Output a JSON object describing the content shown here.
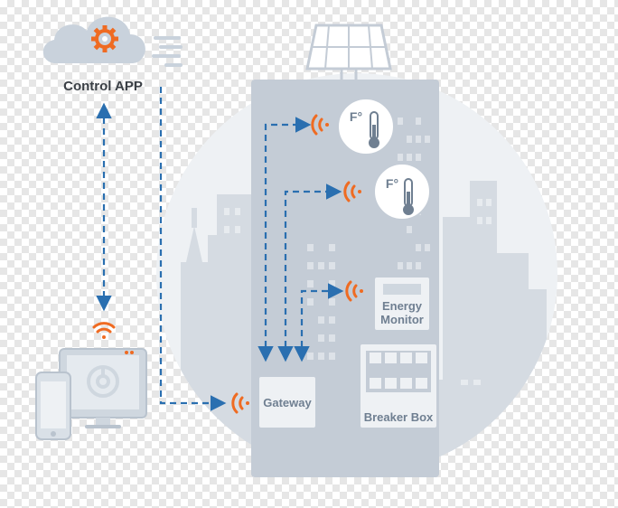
{
  "labels": {
    "control_app": "Control APP",
    "gateway": "Gateway",
    "energy_monitor_line1": "Energy",
    "energy_monitor_line2": "Monitor",
    "breaker_box": "Breaker Box",
    "thermostat_unit": "F°"
  },
  "colors": {
    "link_blue": "#2a6fb0",
    "signal_orange": "#ef6b22",
    "city_gray": "#d5dbe2",
    "building_gray": "#c4ccd6",
    "label_gray": "#6f7f91",
    "label_dark": "#3a3f45",
    "device_gray": "#cfd7df"
  },
  "icons": {
    "cloud": "cloud-icon",
    "gear": "gear-icon",
    "solar": "solar-panel-icon",
    "thermometer": "thermometer-icon",
    "wifi": "wifi-signal-icon",
    "phone": "phone-icon",
    "monitor": "monitor-icon",
    "laptop": "laptop-icon"
  }
}
